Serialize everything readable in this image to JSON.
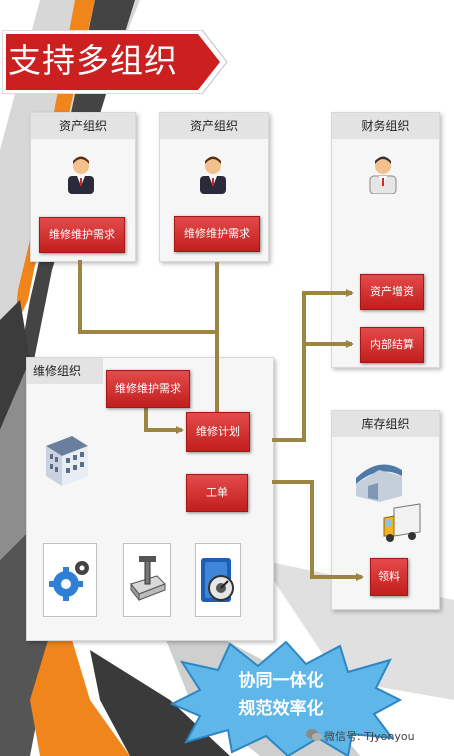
{
  "title": "支持多组织",
  "panels": {
    "asset_org_1": {
      "title": "资产组织",
      "button": "维修维护需求"
    },
    "asset_org_2": {
      "title": "资产组织",
      "button": "维修维护需求"
    },
    "finance_org": {
      "title": "财务组织",
      "buttons": [
        "资产增资",
        "内部结算"
      ]
    },
    "maintenance_org": {
      "title": "维修组织",
      "buttons": [
        "维修维护需求",
        "维修计划",
        "工单"
      ]
    },
    "inventory_org": {
      "title": "库存组织",
      "button": "领料"
    }
  },
  "icons": [
    "person-icon",
    "person-icon",
    "person-icon",
    "building-icon",
    "gears-icon",
    "tools-icon",
    "settings-folder-icon",
    "warehouse-icon",
    "truck-icon"
  ],
  "badge": {
    "line1": "协同一体化",
    "line2": "规范效率化"
  },
  "watermark": "微信号: TJyonyou",
  "colors": {
    "accent": "#d42a2a",
    "arrow": "#9c8441",
    "stripe_orange": "#e8891e",
    "stripe_dark": "#3a3a3a",
    "badge": "#5fb6e8"
  }
}
